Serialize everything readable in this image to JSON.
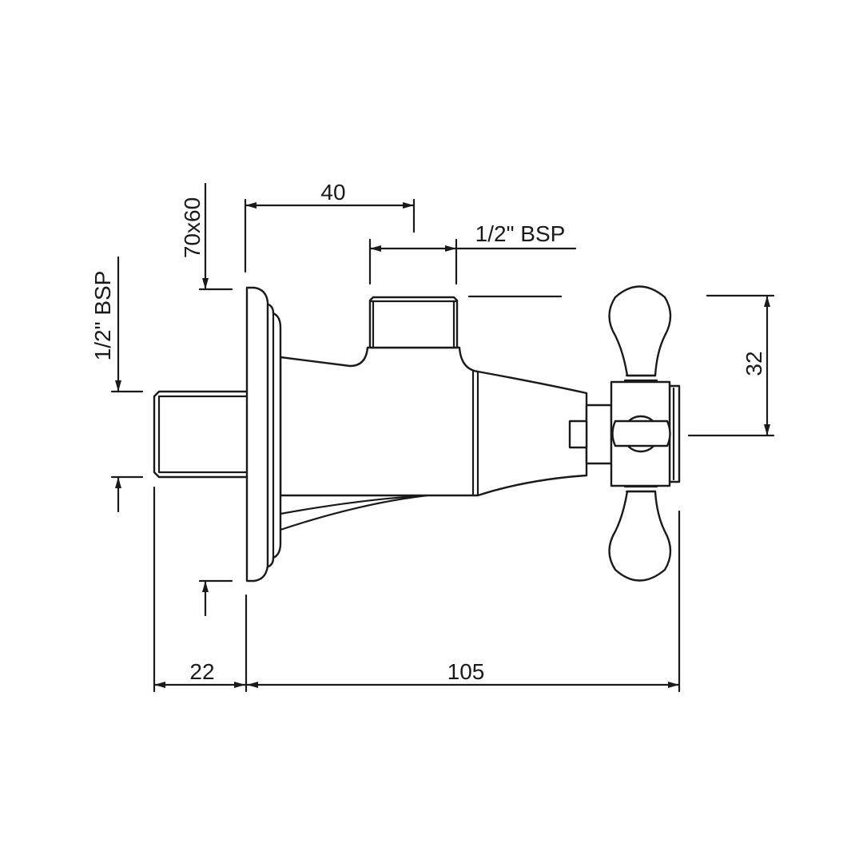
{
  "dimensions": {
    "top_width": "40",
    "top_outlet_thread": "1/2\" BSP",
    "flange_size": "70x60",
    "inlet_thread": "1/2\" BSP",
    "handle_height": "32",
    "inlet_length": "22",
    "overall_length": "105"
  }
}
